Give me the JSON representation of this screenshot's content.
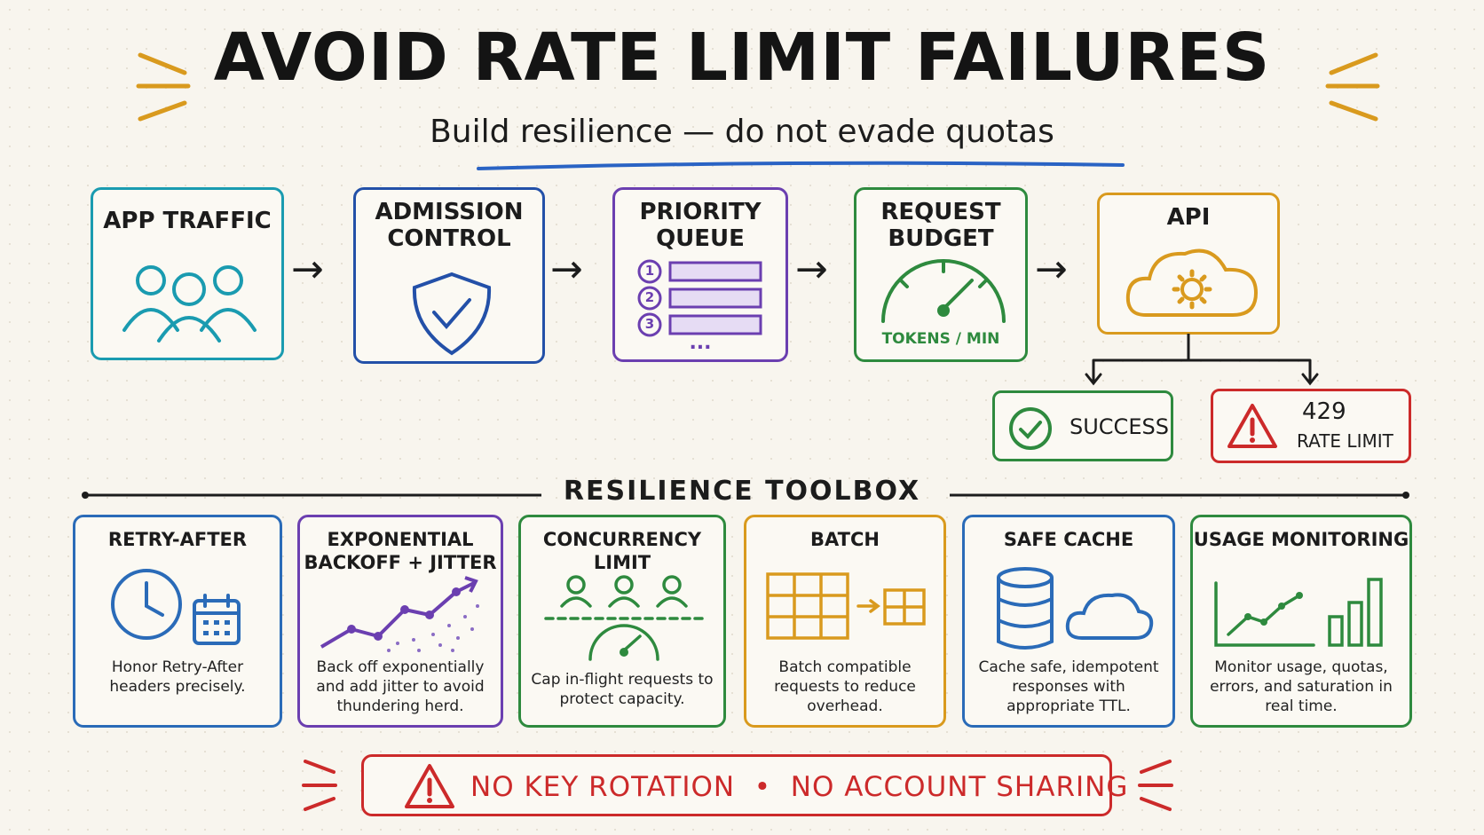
{
  "title": "AVOID RATE LIMIT FAILURES",
  "subtitle": "Build resilience — do not evade quotas",
  "flow": [
    {
      "id": "app-traffic",
      "label": "APP TRAFFIC",
      "color": "#1a9bb0"
    },
    {
      "id": "admission-control",
      "label": "ADMISSION CONTROL",
      "color": "#2350a8"
    },
    {
      "id": "priority-queue",
      "label": "PRIORITY QUEUE",
      "color": "#6b3fb0",
      "items": [
        "1",
        "2",
        "3"
      ],
      "more": "..."
    },
    {
      "id": "request-budget",
      "label": "REQUEST BUDGET",
      "color": "#2e8a3e",
      "gauge_label": "TOKENS / MIN"
    },
    {
      "id": "api",
      "label": "API",
      "color": "#d99a1e"
    }
  ],
  "outcomes": {
    "success": {
      "label": "SUCCESS",
      "color": "#2e8a3e"
    },
    "rate_limit": {
      "code": "429",
      "label": "RATE LIMIT",
      "color": "#cc2a2a"
    }
  },
  "toolbox": {
    "title": "RESILIENCE TOOLBOX",
    "tools": [
      {
        "id": "retry-after",
        "title": "RETRY-AFTER",
        "desc": "Honor Retry-After headers precisely.",
        "color": "#2a6bb8"
      },
      {
        "id": "backoff",
        "title": "EXPONENTIAL BACKOFF + JITTER",
        "desc": "Back off exponentially and add jitter to avoid thundering herd.",
        "color": "#6b3fb0"
      },
      {
        "id": "concurrency",
        "title": "CONCURRENCY LIMIT",
        "desc": "Cap in-flight requests to protect capacity.",
        "color": "#2e8a3e"
      },
      {
        "id": "batch",
        "title": "BATCH",
        "desc": "Batch compatible requests to reduce overhead.",
        "color": "#d99a1e"
      },
      {
        "id": "safe-cache",
        "title": "SAFE CACHE",
        "desc": "Cache safe, idempotent responses with appropriate TTL.",
        "color": "#2a6bb8"
      },
      {
        "id": "usage-monitoring",
        "title": "USAGE MONITORING",
        "desc": "Monitor usage, quotas, errors, and saturation in real time.",
        "color": "#2e8a3e"
      }
    ]
  },
  "warning": {
    "text": "NO KEY ROTATION  •  NO ACCOUNT SHARING",
    "color": "#cc2a2a"
  }
}
